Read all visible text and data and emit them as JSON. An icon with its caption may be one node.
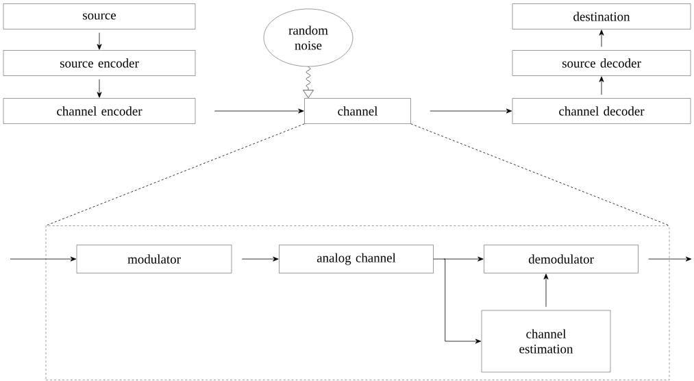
{
  "diagram": {
    "nodes": [
      {
        "text": [
          "source"
        ]
      },
      {
        "text": [
          "source encoder"
        ]
      },
      {
        "text": [
          "channel encoder"
        ]
      },
      {
        "text": [
          "random noise"
        ]
      },
      {
        "text": [
          "channel"
        ]
      },
      {
        "text": [
          "destination"
        ]
      },
      {
        "text": [
          "source decoder"
        ]
      },
      {
        "text": [
          "channel decoder"
        ]
      },
      {
        "text": [],
        "shape": "box"
      },
      {
        "text": [
          "modulator"
        ],
        "in": 8
      },
      {
        "text": [
          "analog channel"
        ],
        "in": 8
      },
      {
        "text": [
          "demodulator"
        ],
        "in": 8
      },
      {
        "text": [
          "channel estimation"
        ],
        "in": 8
      }
    ],
    "edges": [
      {
        "from": 0,
        "to": 1,
        "arrow": "to"
      },
      {
        "from": 1,
        "to": 2,
        "arrow": "to"
      },
      {
        "from": 2,
        "to": 4,
        "arrow": "to"
      },
      {
        "from": 3,
        "to": 4,
        "arrow": "to"
      },
      {
        "from": 4,
        "to": 7,
        "arrow": "to"
      },
      {
        "from": 7,
        "to": 6,
        "arrow": "to"
      },
      {
        "from": 6,
        "to": 5,
        "arrow": "to"
      },
      {
        "from": 4,
        "to": 8,
        "arrow": "none",
        "style": "dashed"
      },
      {
        "from": 4,
        "to": 8,
        "arrow": "none",
        "style": "dashed"
      },
      {
        "from": null,
        "to": 9,
        "arrow": "to"
      },
      {
        "from": 9,
        "to": 10,
        "arrow": "to"
      },
      {
        "from": 10,
        "to": 11,
        "arrow": "to"
      },
      {
        "from": 10,
        "to": 12,
        "arrow": "to"
      },
      {
        "from": 12,
        "to": 11,
        "arrow": "to"
      },
      {
        "from": 11,
        "to": null,
        "arrow": "to"
      }
    ]
  }
}
